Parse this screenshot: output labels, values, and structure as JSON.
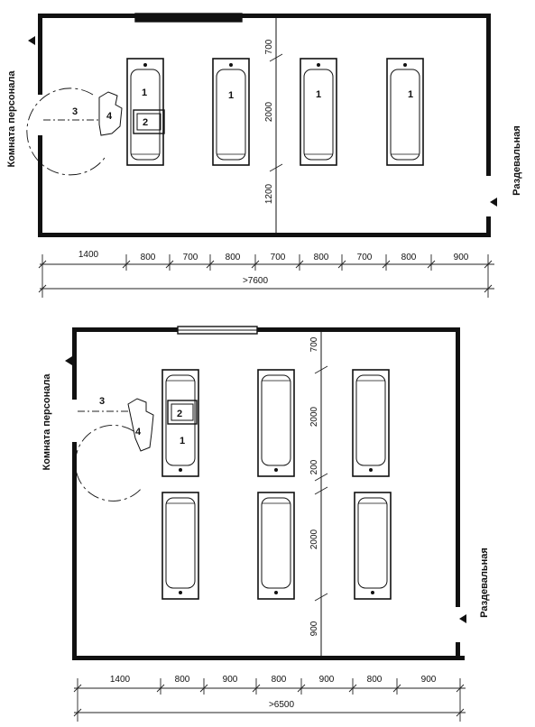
{
  "plan1": {
    "room_left": "Комната персонала",
    "room_right": "Раздевальная",
    "baths": [
      "1",
      "1",
      "1",
      "1"
    ],
    "labels": {
      "a": "2",
      "b": "3",
      "c": "4"
    },
    "dims_h": [
      "1400",
      "800",
      "700",
      "800",
      "700",
      "800",
      "700",
      "800",
      "900"
    ],
    "total": ">7600",
    "dims_v": [
      "700",
      "2000",
      "1200"
    ]
  },
  "plan2": {
    "room_left": "Комната персонала",
    "room_right": "Раздевальная",
    "bath_label": "1",
    "labels": {
      "a": "2",
      "b": "3",
      "c": "4"
    },
    "dims_h": [
      "1400",
      "800",
      "900",
      "800",
      "900",
      "800",
      "900"
    ],
    "total": ">6500",
    "dims_v": [
      "700",
      "2000",
      "200",
      "2000",
      "900"
    ]
  }
}
